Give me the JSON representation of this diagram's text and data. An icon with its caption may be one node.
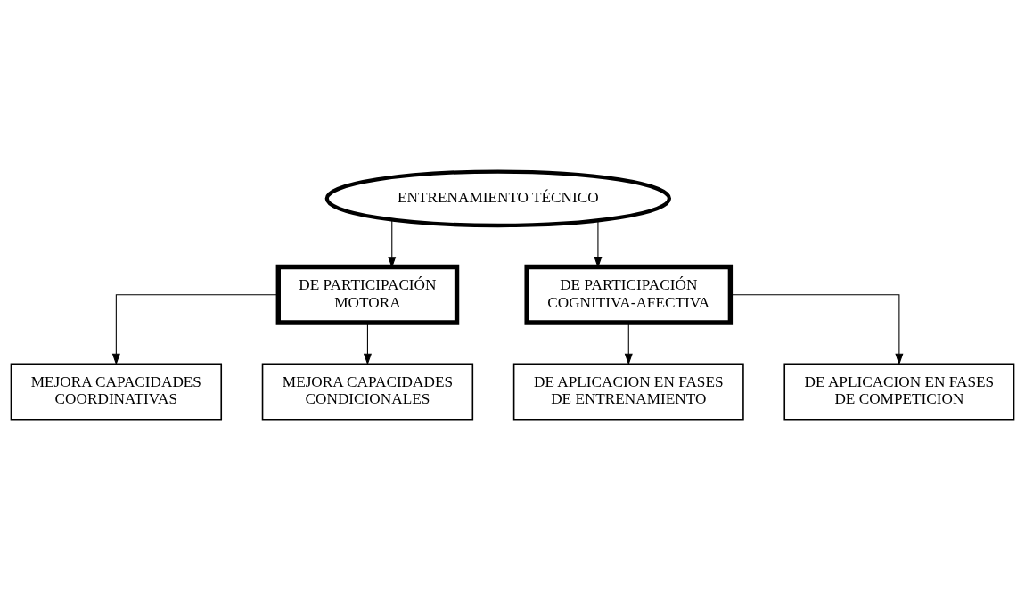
{
  "diagram": {
    "nodes": [
      {
        "text": [
          "ENTRENAMIENTO TÉCNICO"
        ]
      },
      {
        "text": [
          "DE PARTICIPACIÓN MOTORA"
        ]
      },
      {
        "text": [
          "DE PARTICIPACIÓN COGNITIVA-AFECTIVA"
        ]
      },
      {
        "text": [
          "MEJORA CAPACIDADES COORDINATIVAS"
        ]
      },
      {
        "text": [
          "MEJORA CAPACIDADES CONDICIONALES"
        ]
      },
      {
        "text": [
          "DE APLICACION EN FASES DE ENTRENAMIENTO"
        ]
      },
      {
        "text": [
          "DE APLICACION EN FASES DE COMPETICION"
        ]
      }
    ],
    "edges": [
      {
        "from": 0,
        "to": 1,
        "arrow": "to"
      },
      {
        "from": 0,
        "to": 2,
        "arrow": "to"
      },
      {
        "from": 1,
        "to": 3,
        "arrow": "to"
      },
      {
        "from": 1,
        "to": 4,
        "arrow": "to"
      },
      {
        "from": 2,
        "to": 5,
        "arrow": "to"
      },
      {
        "from": 2,
        "to": 6,
        "arrow": "to"
      }
    ]
  }
}
